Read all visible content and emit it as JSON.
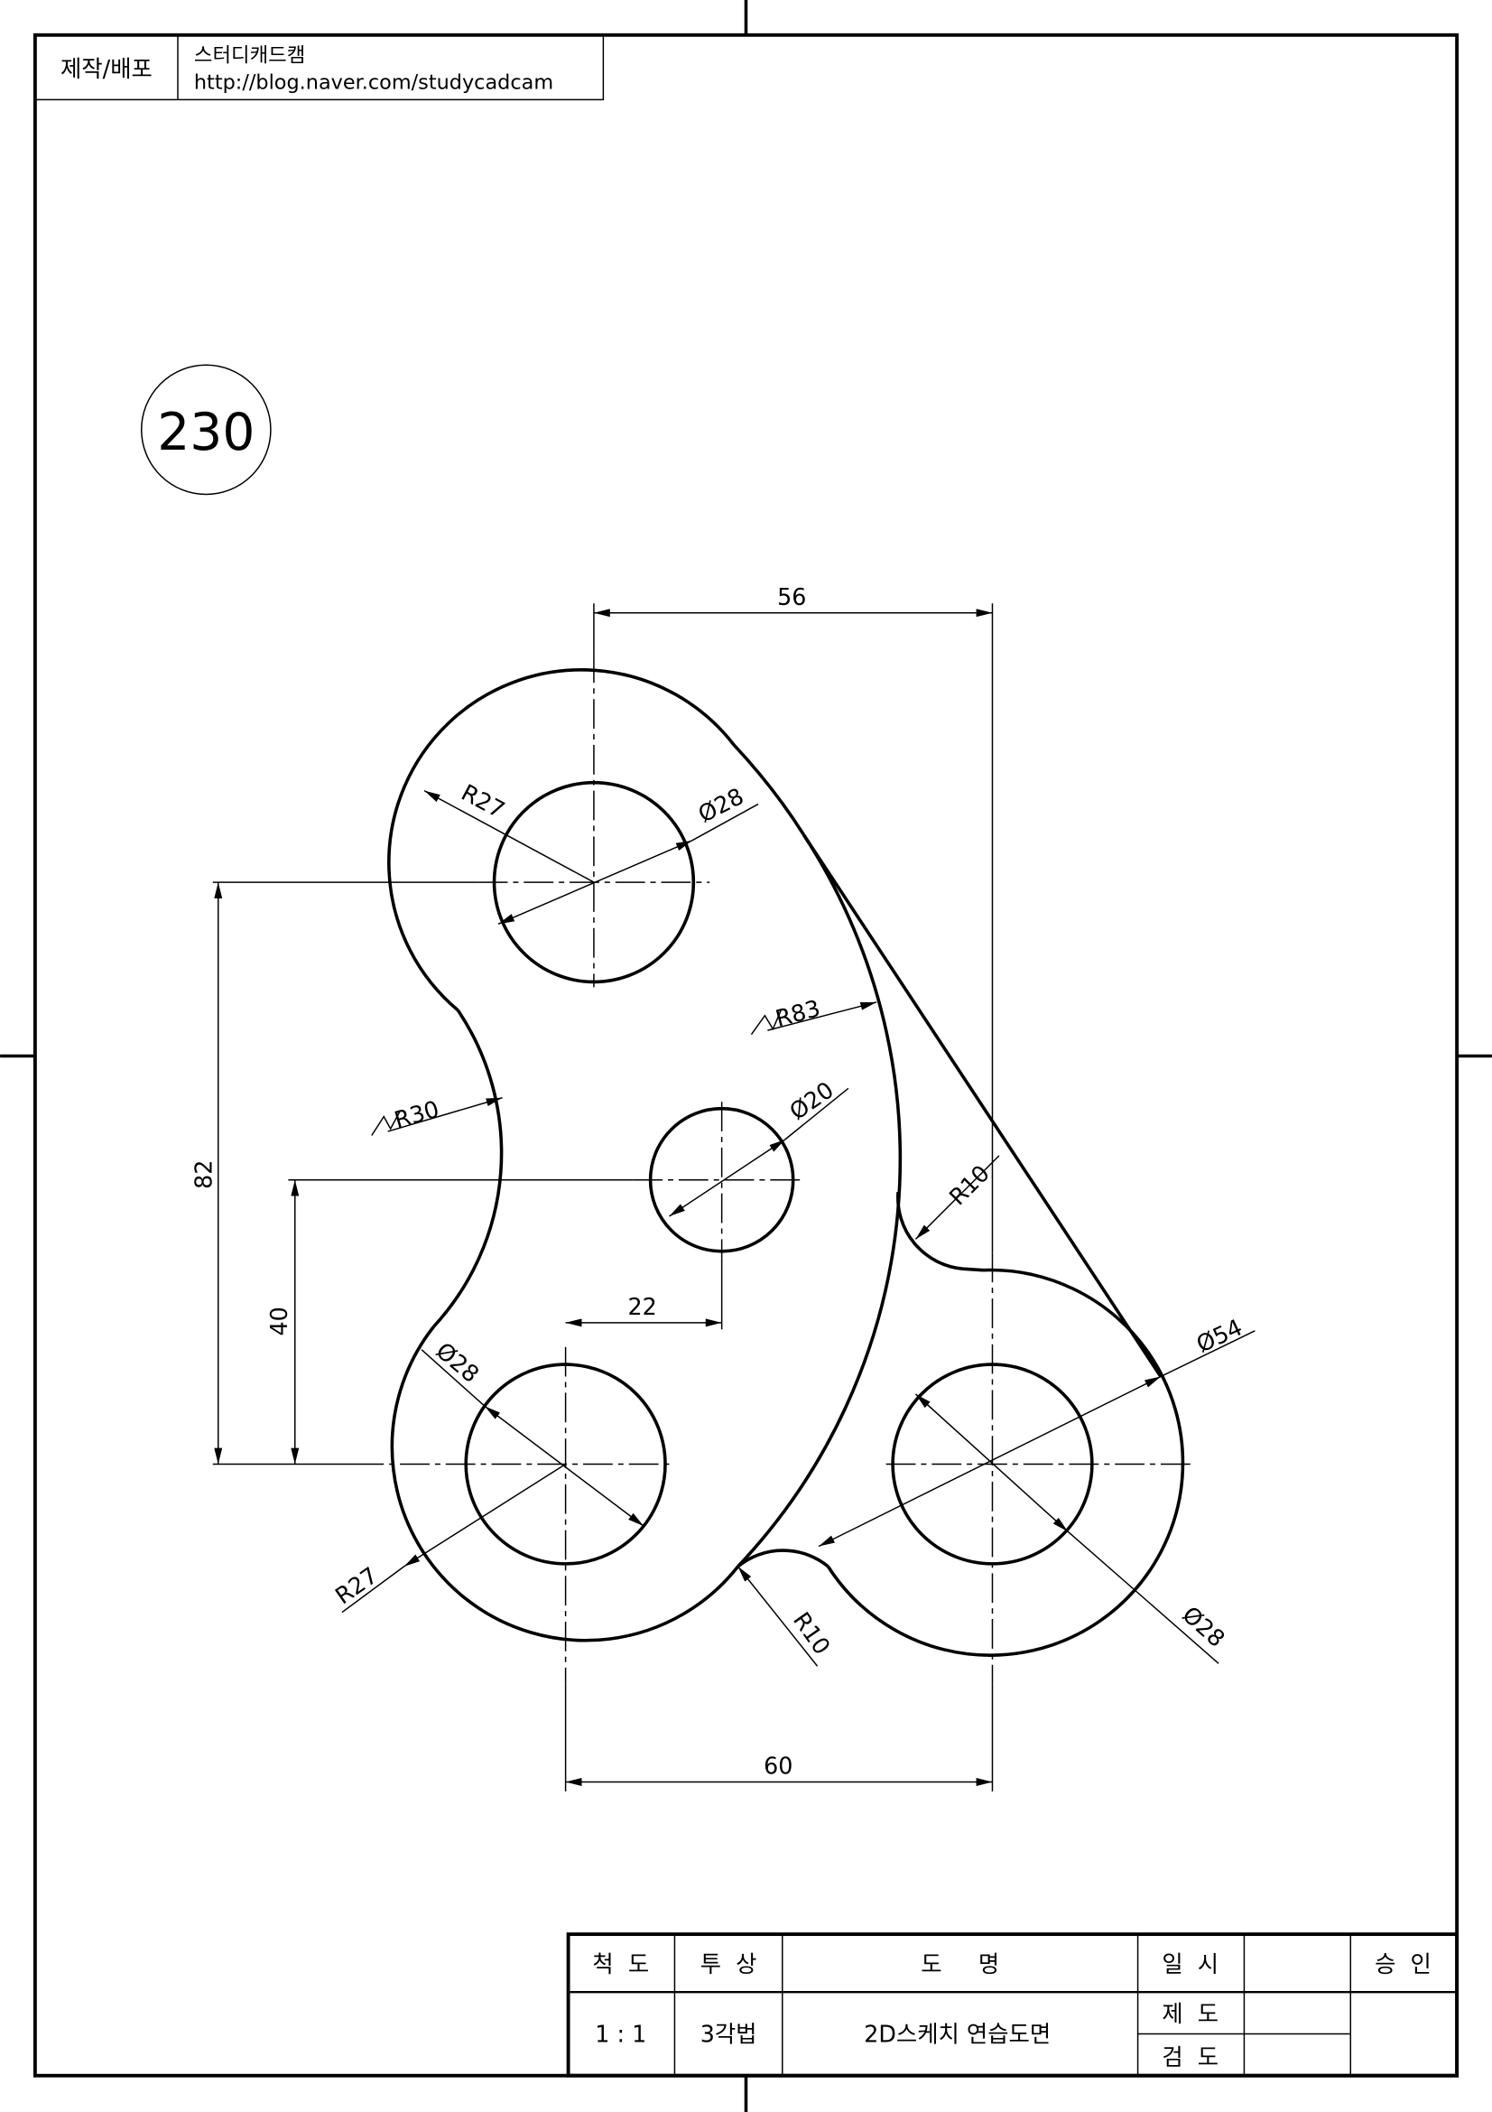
{
  "header": {
    "label": "제작/배포",
    "org": "스터디캐드캠",
    "url": "http://blog.naver.com/studycadcam"
  },
  "drawing_number": "230",
  "dimensions": {
    "d56": "56",
    "d60": "60",
    "d82": "82",
    "d40": "40",
    "d22": "22",
    "r27_top": "R27",
    "dia28_top": "Ø28",
    "r83": "R83",
    "r30": "R30",
    "dia20": "Ø20",
    "r10_top": "R10",
    "dia54": "Ø54",
    "dia28_right": "Ø28",
    "r10_bottom": "R10",
    "dia28_left": "Ø28",
    "r27_bottom": "R27"
  },
  "title_block": {
    "scale_label": "척  도",
    "projection_label": "투  상",
    "name_label": "도     명",
    "date_label": "일  시",
    "approval_label": "승  인",
    "scale_value": "1 : 1",
    "projection_value": "3각법",
    "name_value": "2D스케치 연습도면",
    "drafter_label": "제  도",
    "checker_label": "검  도"
  }
}
